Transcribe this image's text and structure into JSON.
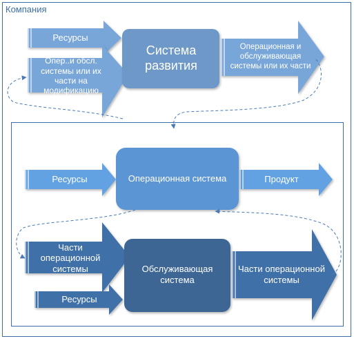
{
  "company": {
    "title": "Компания"
  },
  "dev": {
    "inputs": {
      "resources": "Ресурсы",
      "systems_to_modify": "Опер..и обсл. системы или их части на модификацию"
    },
    "box": "Система развития",
    "output": "Операционная и обслуживающая системы или их части"
  },
  "ops": {
    "input": "Ресурсы",
    "box": "Операционная система",
    "output": "Продукт"
  },
  "svc": {
    "inputs": {
      "parts": "Части операционной системы",
      "resources": "Ресурсы"
    },
    "box": "Обслуживающая система",
    "output": "Части операционной системы"
  },
  "colors": {
    "dev_box": "#6d98c8",
    "dev_arrow": "#79a6d8",
    "ops_box": "#5b95d4",
    "ops_arrow": "#62a2e2",
    "svc_box": "#3d6695",
    "svc_arrow": "#3f6fa8",
    "frame": "#3b6ea8",
    "dash": "#4a79b5"
  }
}
